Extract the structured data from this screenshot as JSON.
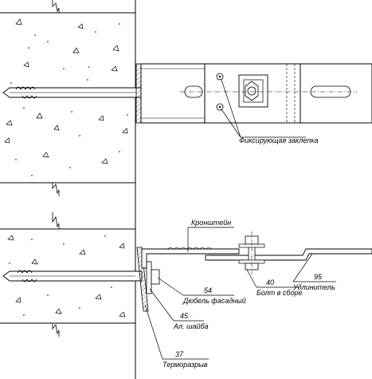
{
  "labels": {
    "fixing_rivet": "Фиксирующая заклепка",
    "bracket": "Кронштейн",
    "extension": "Удлинитель",
    "bolt_assembly": "Болт в сборе",
    "facade_dowel": "Дюбель фасадный",
    "washer": "Ал. шайба",
    "thermal_break": "Терморазрыв"
  },
  "numbers": {
    "extension": "95",
    "bolt_assembly": "40",
    "facade_dowel": "54",
    "washer": "45",
    "thermal_break": "37"
  }
}
